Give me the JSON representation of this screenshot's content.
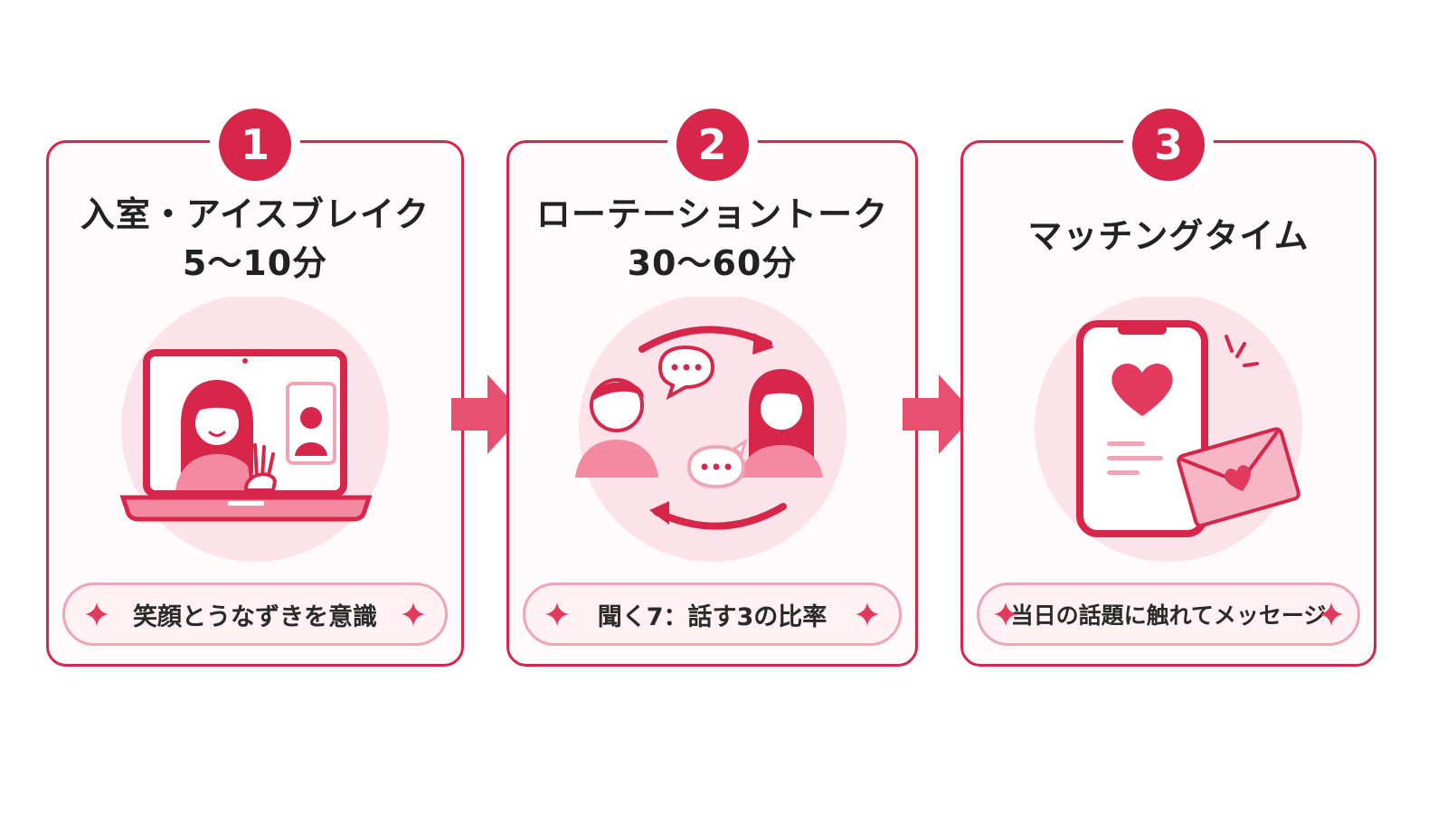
{
  "colors": {
    "accent": "#d8264a",
    "light": "#f9dbe2",
    "arrow": "#e8506f"
  },
  "steps": [
    {
      "number": "1",
      "title_line1": "入室・アイスブレイク",
      "title_line2": "5〜10分",
      "tip": "笑顔とうなずきを意識",
      "icon": "laptop-video-call-icon"
    },
    {
      "number": "2",
      "title_line1": "ローテーショントーク",
      "title_line2": "30〜60分",
      "tip": "聞く7：話す3の比率",
      "icon": "rotation-talk-icon"
    },
    {
      "number": "3",
      "title_line1": "マッチングタイム",
      "tip": "当日の話題に触れてメッセージ",
      "icon": "phone-heart-message-icon"
    }
  ]
}
